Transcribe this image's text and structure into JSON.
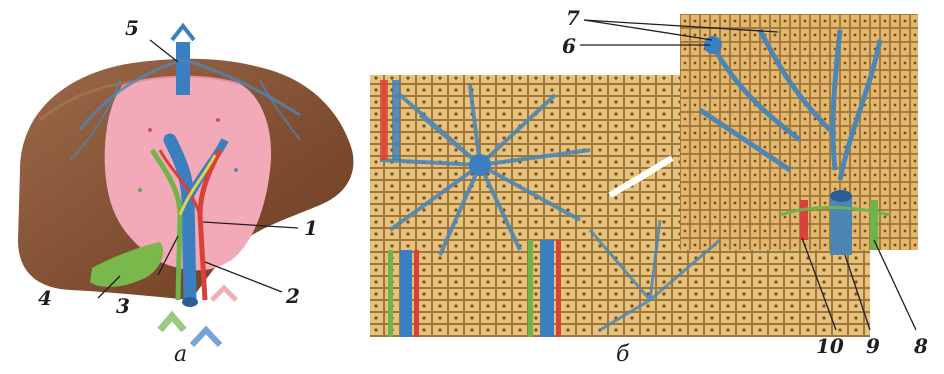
{
  "figure": {
    "labels": {
      "l1": "1",
      "l2": "2",
      "l3": "3",
      "l4": "4",
      "l5": "5",
      "l6": "6",
      "l7": "7",
      "l8": "8",
      "l9": "9",
      "l10": "10"
    },
    "captions": {
      "left": "а",
      "right": "б"
    },
    "colors": {
      "liver": "#8a5638",
      "lobe_pink": "#f2a9b8",
      "portal_vein": "#3b7fc0",
      "artery": "#d8403a",
      "bile_duct": "#6fb34a",
      "hepatocyte": "#e9c47a",
      "sinusoid": "#4e86b3",
      "gallbladder": "#79b84a"
    }
  }
}
